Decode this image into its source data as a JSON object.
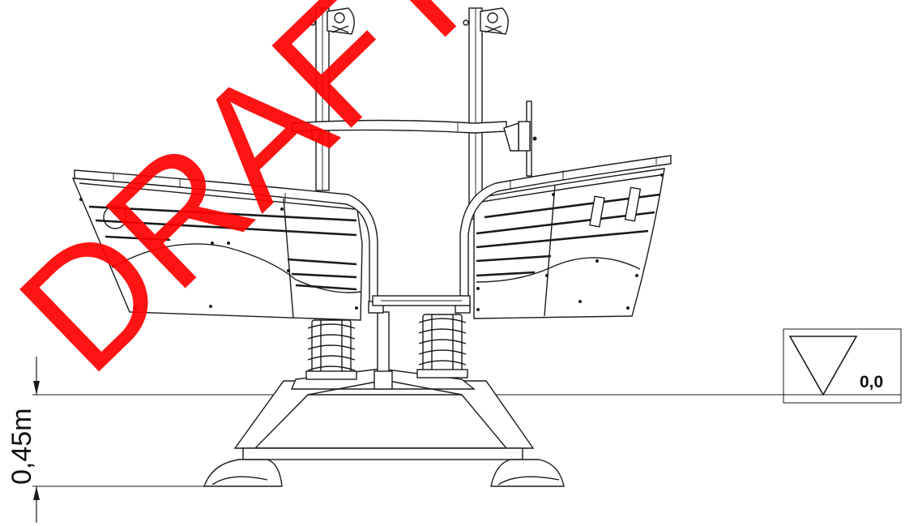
{
  "dimension": {
    "height_label": "0,45m"
  },
  "level_marker": {
    "value_label": "0,0"
  },
  "watermark": {
    "text": "DRAFT",
    "color": "#ff0000"
  }
}
